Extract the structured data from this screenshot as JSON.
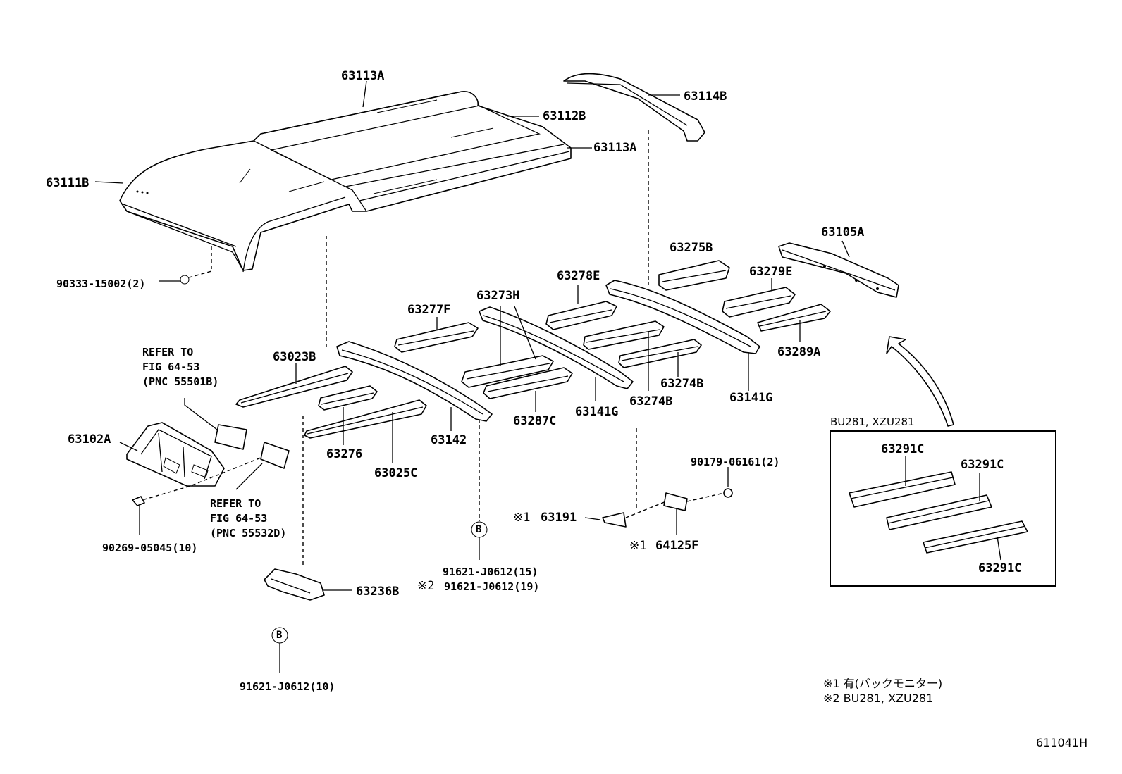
{
  "labels": {
    "p63113A_top": "63113A",
    "p63114B": "63114B",
    "p63112B": "63112B",
    "p63113A_right": "63113A",
    "p63111B": "63111B",
    "p90333": "90333-15002(2)",
    "p63275B": "63275B",
    "p63105A": "63105A",
    "p63278E": "63278E",
    "p63279E": "63279E",
    "p63273H": "63273H",
    "p63277F": "63277F",
    "p63289A": "63289A",
    "p63023B": "63023B",
    "p63274B_a": "63274B",
    "p63274B_b": "63274B",
    "p63141G_a": "63141G",
    "p63141G_b": "63141G",
    "p63287C": "63287C",
    "p63102A": "63102A",
    "p63276": "63276",
    "p63142": "63142",
    "p63025C": "63025C",
    "p90179": "90179-06161(2)",
    "p63191": "63191",
    "p64125F": "64125F",
    "p90269": "90269-05045(10)",
    "p91621_15": "91621-J0612(15)",
    "p91621_19": "91621-J0612(19)",
    "p63236B": "63236B",
    "p91621_10": "91621-J0612(10)",
    "p63291C_a": "63291C",
    "p63291C_b": "63291C",
    "p63291C_c": "63291C"
  },
  "marks": {
    "m1": "※1",
    "m2": "※2",
    "m1b": "※1",
    "circle_b": "B"
  },
  "refer_top": [
    "REFER TO",
    "FIG 64-53",
    "(PNC 55501B)"
  ],
  "refer_bottom": [
    "REFER TO",
    "FIG 64-53",
    "(PNC 55532D)"
  ],
  "inset_title": "BU281, XZU281",
  "notes": [
    "※1 有(バックモニター)",
    "※2 BU281, XZU281"
  ],
  "figure_code": "611041H"
}
